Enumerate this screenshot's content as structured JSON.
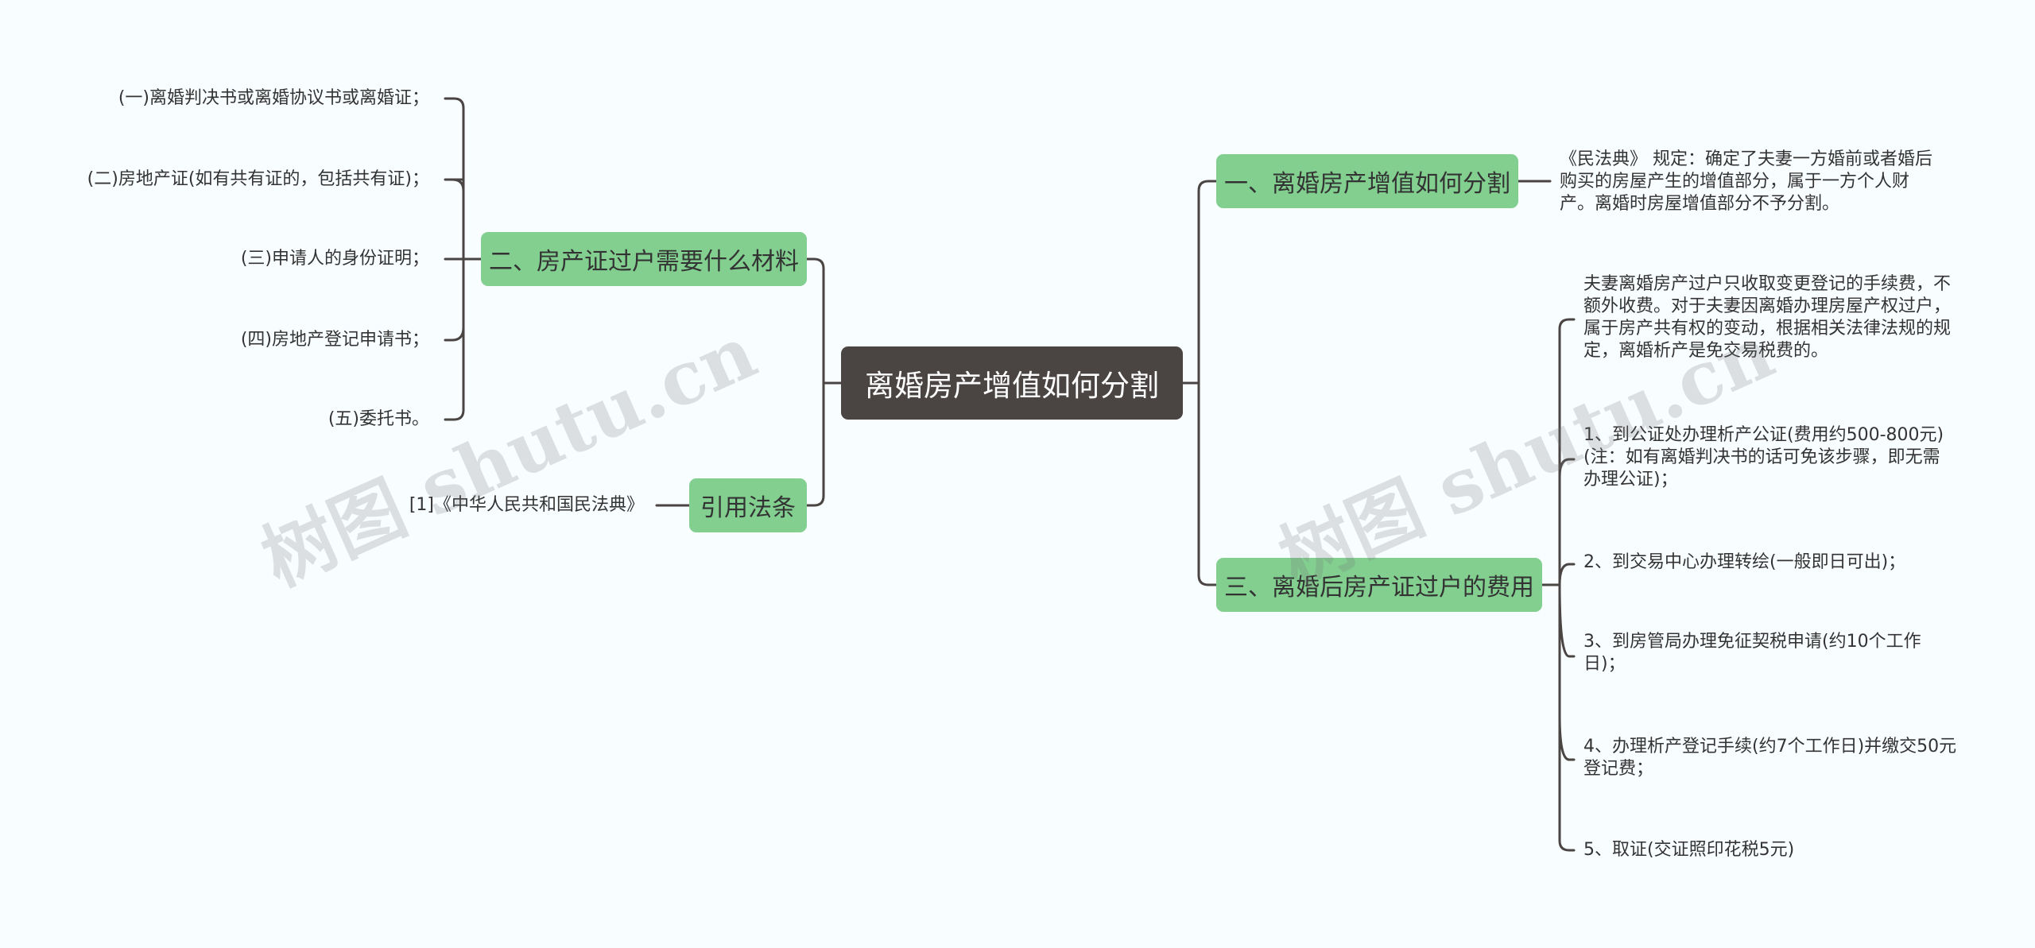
{
  "root": {
    "label": "离婚房产增值如何分割"
  },
  "branches": {
    "materials": {
      "label": "二、房产证过户需要什么材料",
      "items": [
        "(一)离婚判决书或离婚协议书或离婚证；",
        "(二)房地产证(如有共有证的，包括共有证)；",
        "(三)申请人的身份证明；",
        "(四)房地产登记申请书；",
        "(五)委托书。"
      ]
    },
    "law": {
      "label": "引用法条",
      "items": [
        "[1]《中华人民共和国民法典》"
      ]
    },
    "split": {
      "label": "一、离婚房产增值如何分割",
      "items": [
        "《民法典》 规定：确定了夫妻一方婚前或者婚后购买的房屋产生的增值部分，属于一方个人财产。离婚时房屋增值部分不予分割。"
      ]
    },
    "fees": {
      "label": "三、离婚后房产证过户的费用",
      "items": [
        "夫妻离婚房产过户只收取变更登记的手续费，不额外收费。对于夫妻因离婚办理房屋产权过户，属于房产共有权的变动，根据相关法律法规的规定，离婚析产是免交易税费的。",
        "1、到公证处办理析产公证(费用约500-800元)(注：如有离婚判决书的话可免该步骤，即无需办理公证)；",
        "2、到交易中心办理转绘(一般即日可出)；",
        "3、到房管局办理免征契税申请(约10个工作日)；",
        "4、办理析产登记手续(约7个工作日)并缴交50元登记费；",
        "5、取证(交证照印花税5元)"
      ]
    }
  },
  "watermark": "树图 shutu.cn",
  "colors": {
    "root": "#4a4443",
    "branch": "#82cf90",
    "line": "#4a4443",
    "background": "#f8fdff"
  }
}
